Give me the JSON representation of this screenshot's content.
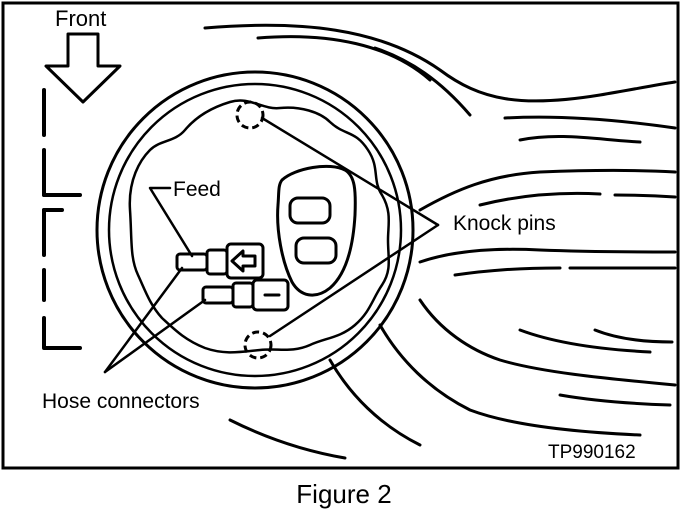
{
  "labels": {
    "front": "Front",
    "feed": "Feed",
    "knock_pins": "Knock pins",
    "hose_connectors": "Hose connectors",
    "code": "TP990162",
    "caption": "Figure 2"
  }
}
